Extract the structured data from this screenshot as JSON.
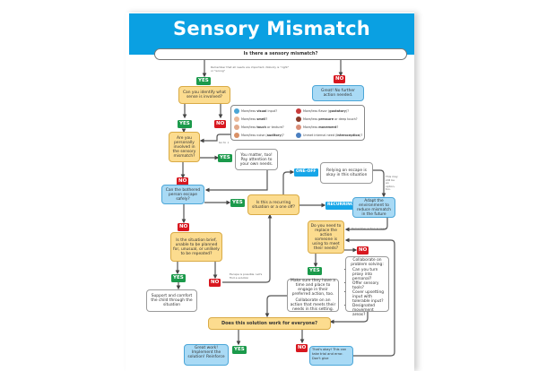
{
  "title": "Sensory Mismatch",
  "colors": {
    "header": "#0aa0e2",
    "yes": "#1b9a4b",
    "no": "#d8171f",
    "decision": "#fcdc8f",
    "outcome": "#a9daf5",
    "label_blue": "#17a6e8"
  },
  "start_question": "Is there a sensory mismatch?",
  "note_needs": "Remember that all needs are important. Nobody is \"right\" or \"wrong\"",
  "labels": {
    "yes": "YES",
    "no": "NO",
    "one_off": "ONE-OFF",
    "recurring": "RECURRING"
  },
  "nodes": {
    "identify_sense": "Can you identify what sense is involved?",
    "no_action": "Great! No further action needed.",
    "personally_involved": "Are you personally involved in the sensory mismatch?",
    "you_matter": "You matter, too! Pay attention to your own needs.",
    "escape": "Can the bothered person escape safely?",
    "recurring_q": "Is this a recurring situation or a one off?",
    "relying_escape": "Relying on escape is okay in this situation",
    "adapt": "Adapt the environment to reduce mismatch in the future",
    "replace_action": "Do you need to replace the action someone is using to meet their needs?",
    "brief": "Is the situation brief, unable to be planned for, unusual, or unlikely to be repeated?",
    "support": "Support and comfort the child through the situation",
    "make_sure": "Make sure they have a time and place to engage in their preferred action, too.",
    "collaborate_action": "Collaborate on an action that meets their needs in this setting.",
    "collab_title": "Collaborate on problem solving:",
    "collab_items": [
      "Can you turn proxy into personal?",
      "Offer sensory tools?",
      "Cover upsetting input with tolerable input?",
      "Designated movement areas?"
    ],
    "works": "Does this solution work for everyone?",
    "great_work": "Great work! Implement the solution! Reinforce",
    "thats_okay": "That's okay! This can take trial and error. Don't give"
  },
  "senses": [
    {
      "icon": "eye-icon",
      "pre": "More/less ",
      "bold": "visual",
      "post": " input?"
    },
    {
      "icon": "nose-icon",
      "pre": "More/less ",
      "bold": "smell",
      "post": "?"
    },
    {
      "icon": "hand-icon",
      "pre": "More/less ",
      "bold": "touch",
      "post": " or texture?"
    },
    {
      "icon": "ear-icon",
      "pre": "More/less noise (",
      "bold": "auditory",
      "post": ")?"
    },
    {
      "icon": "lips-icon",
      "pre": "More/less flavor (",
      "bold": "gustatory",
      "post": ")?"
    },
    {
      "icon": "pressure-icon",
      "pre": "More/less ",
      "bold": "pressure",
      "post": " or deep touch?"
    },
    {
      "icon": "movement-icon",
      "pre": "More/less ",
      "bold": "movement",
      "post": "?"
    },
    {
      "icon": "interoception-icon",
      "pre": "Unmet internal need (",
      "bold": "interoception",
      "post": ")?"
    }
  ],
  "notes": {
    "escape_possible": "Escape is possible. Let's find a solution",
    "still_option": "This may still be an option, too.",
    "remember_action": "Remember action = need",
    "go_to": "Go to ↓"
  }
}
